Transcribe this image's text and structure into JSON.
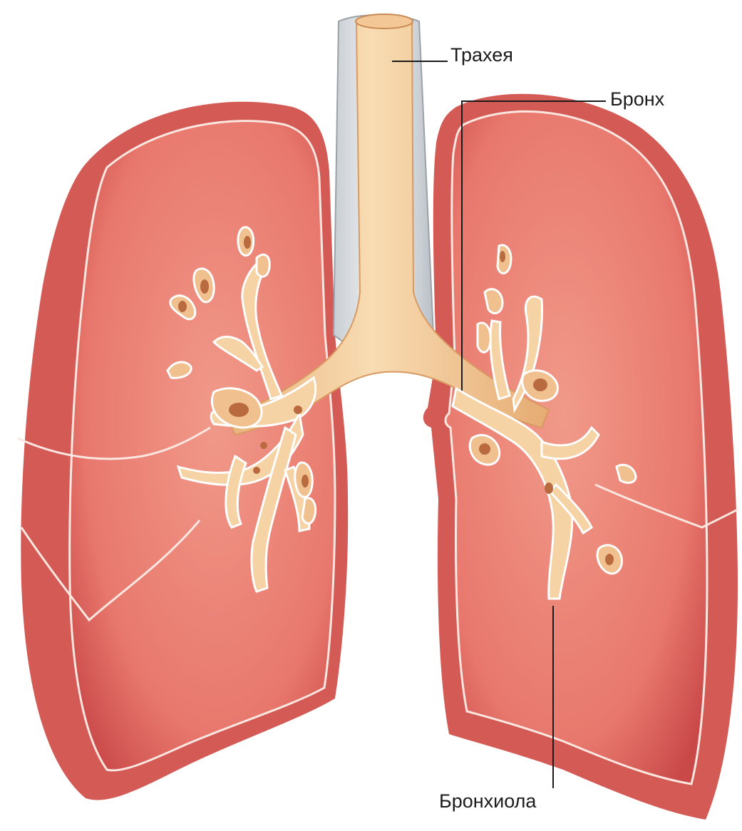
{
  "labels": {
    "trachea": "Трахея",
    "bronchus": "Бронх",
    "bronchiole": "Бронхиола"
  },
  "colors": {
    "lung_surface": "#e8786d",
    "lung_edge": "#c94848",
    "lung_cut": "#ee8f80",
    "airway": "#f6d3a4",
    "airway_shadow": "#d99a62",
    "cartilage": "#dfe3e6",
    "leader_line": "#1b1b1b"
  }
}
